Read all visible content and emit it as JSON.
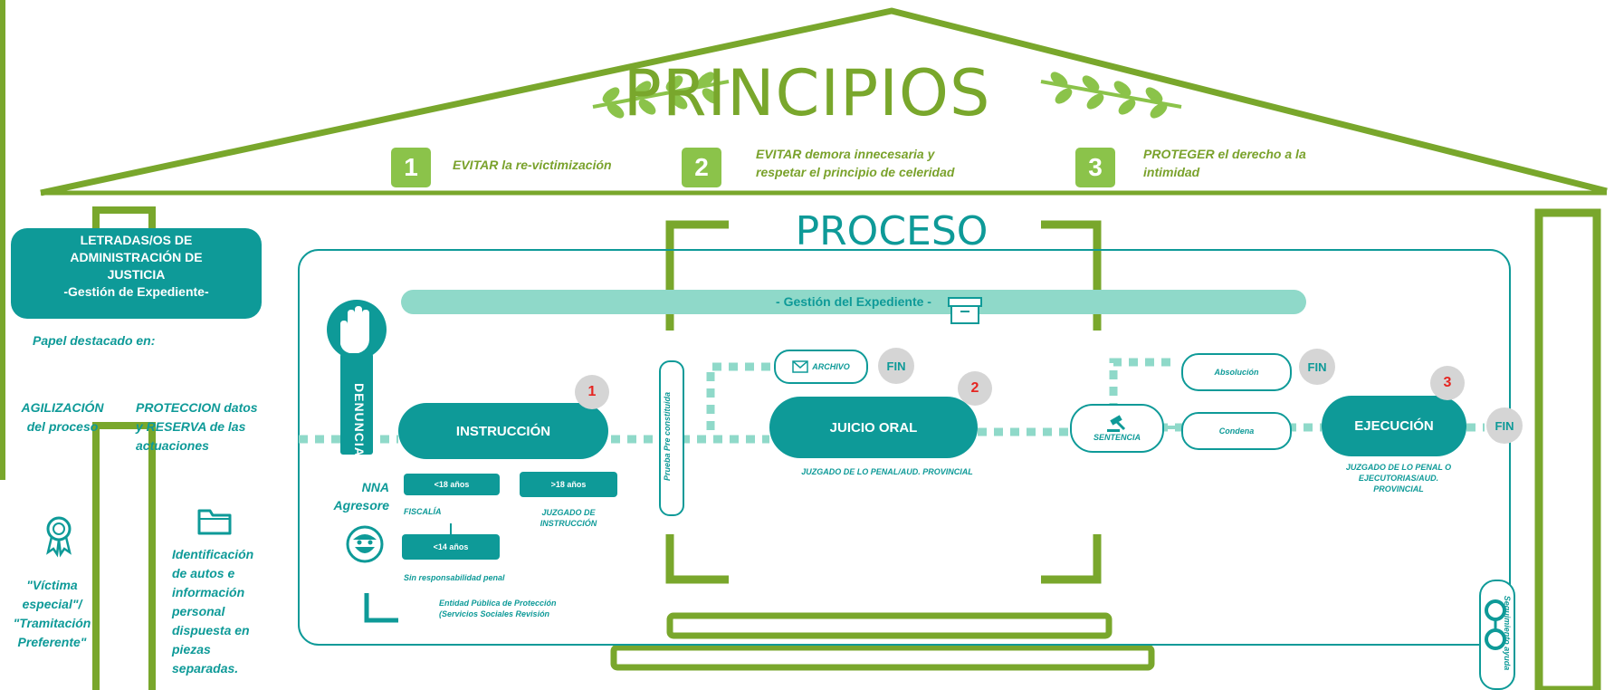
{
  "colors": {
    "green": "#79a72c",
    "light_green": "#8bc34a",
    "teal": "#0e9a98",
    "teal_light": "#8fd9c9",
    "gray": "#d5d5d5",
    "red": "#e52521"
  },
  "header": {
    "title": "PRINCIPIOS"
  },
  "principles": [
    {
      "num": "1",
      "text_line1": "EVITAR la re-victimización",
      "text_line2": ""
    },
    {
      "num": "2",
      "text_line1": "EVITAR demora innecesaria y",
      "text_line2": "respetar el principio de celeridad"
    },
    {
      "num": "3",
      "text_line1": "PROTEGER el derecho a la",
      "text_line2": "intimidad"
    }
  ],
  "lawyers": {
    "title_l1": "LETRADAS/OS DE",
    "title_l2": "ADMINISTRACIÓN DE",
    "title_l3": "JUSTICIA",
    "title_l4": "-Gestión de Expediente-",
    "role": "Papel destacado en:",
    "item1_l1": "AGILIZACIÓN",
    "item1_l2": "del proceso",
    "item2_l1": "PROTECCION datos",
    "item2_l2": "y RESERVA de las",
    "item2_l3": "actuaciones",
    "victim_l1": "\"Víctima",
    "victim_l2": "especial\"/",
    "victim_l3": "\"Tramitación",
    "victim_l4": "Preferente\"",
    "ident_l1": "Identificación",
    "ident_l2": "de autos  e",
    "ident_l3": "información",
    "ident_l4": "personal",
    "ident_l5": "dispuesta en",
    "ident_l6": "piezas",
    "ident_l7": "separadas."
  },
  "process": {
    "title": "PROCESO",
    "bar": "- Gestión del Expediente -",
    "denuncia": "DENUNCIA",
    "instruccion": "INSTRUCCIÓN",
    "juicio": "JUICIO ORAL",
    "ejecucion": "EJECUCIÓN",
    "prueba": "Prueba Pre constituida",
    "archivo": "ARCHIVO",
    "fin": "FIN",
    "sentencia": "SENTENCIA",
    "absolucion": "Absolución",
    "condena": "Condena",
    "badge1": "1",
    "badge2": "2",
    "badge3": "3",
    "juzgado_penal": "JUZGADO  DE LO PENAL/AUD.  PROVINCIAL",
    "juzgado_ejec_l1": "JUZGADO  DE LO PENAL O",
    "juzgado_ejec_l2": "EJECUTORIAS/AUD.",
    "juzgado_ejec_l3": "PROVINCIAL",
    "nna_l1": "NNA",
    "nna_l2": "Agresore",
    "age_lt18": "<18 años",
    "age_gt18": ">18 años",
    "age_lt14": "<14 años",
    "fiscalia": "FISCALÍA",
    "juzgado_instr_l1": "JUZGADO  DE",
    "juzgado_instr_l2": "INSTRUCCIÓN",
    "sin_resp": "Sin  responsabilidad penal",
    "entidad_l1": "Entidad Pública de Protección",
    "entidad_l2": "(Servicios  Sociales  Revisión",
    "ayuda": "Seguimiento  ayuda"
  }
}
